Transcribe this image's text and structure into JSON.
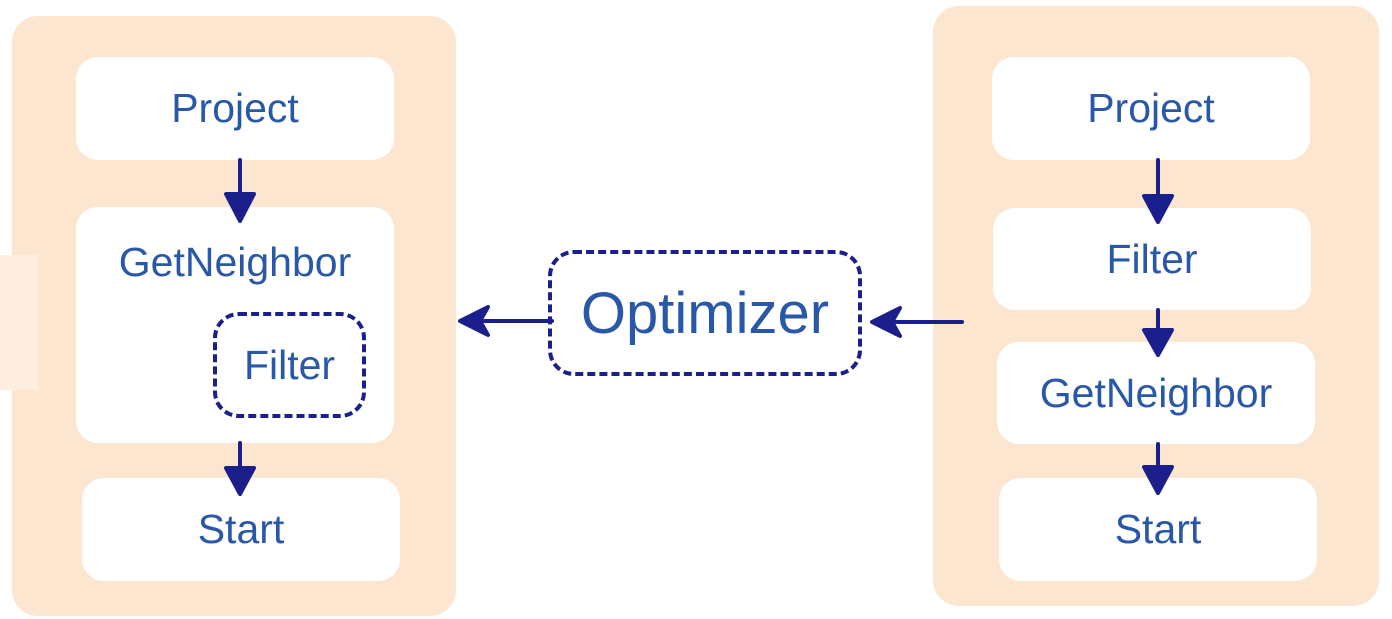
{
  "left_plan": {
    "project": "Project",
    "get_neighbor": "GetNeighbor",
    "filter": "Filter",
    "start": "Start"
  },
  "optimizer": {
    "label": "Optimizer"
  },
  "right_plan": {
    "project": "Project",
    "filter": "Filter",
    "get_neighbor": "GetNeighbor",
    "start": "Start"
  },
  "colors": {
    "panel": "#fde6cf",
    "text": "#2a58a8",
    "arrow": "#1a1f8c"
  }
}
